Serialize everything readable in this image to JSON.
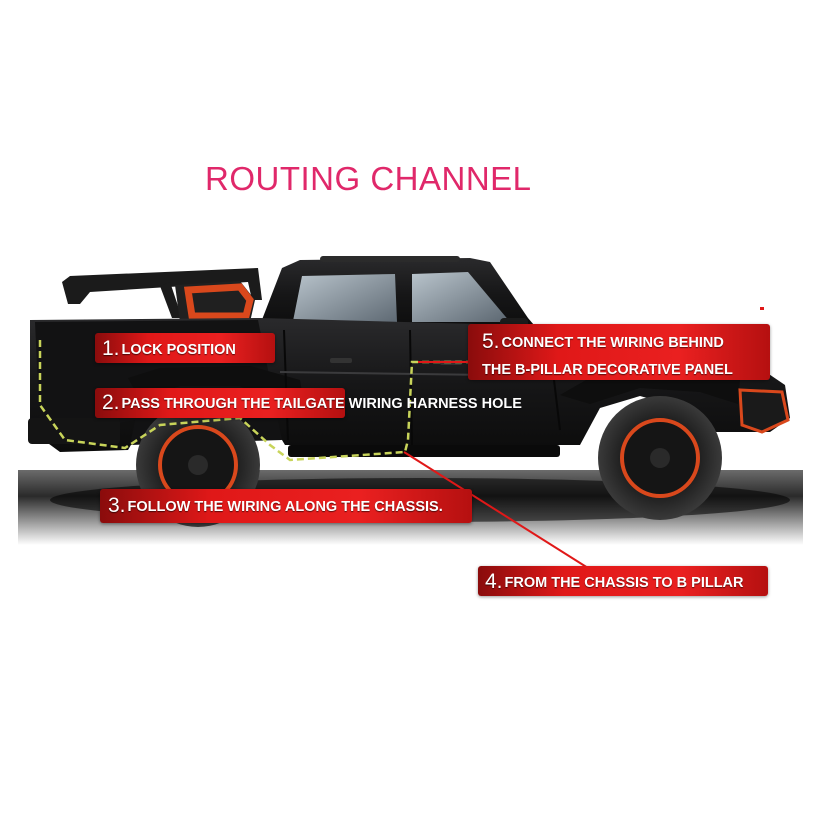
{
  "title": "ROUTING CHANNEL",
  "steps": [
    {
      "num": "1.",
      "text": "LOCK POSITION"
    },
    {
      "num": "2.",
      "text": "PASS THROUGH THE TAILGATE WIRING HARNESS HOLE"
    },
    {
      "num": "3.",
      "text": "FOLLOW THE WIRING ALONG THE CHASSIS."
    },
    {
      "num": "4.",
      "text": "FROM THE CHASSIS TO B PILLAR"
    },
    {
      "num": "5.",
      "line1": "CONNECT THE WIRING BEHIND",
      "line2": "THE B-PILLAR DECORATIVE PANEL"
    }
  ],
  "colors": {
    "title": "#e0286a",
    "label_bar": "#e01818",
    "route_line": "#c8d45a",
    "truck_body": "#1c1c1e",
    "accent": "#d9481c"
  },
  "icons": [
    "pickup-truck-illustration",
    "wheel-icon"
  ]
}
